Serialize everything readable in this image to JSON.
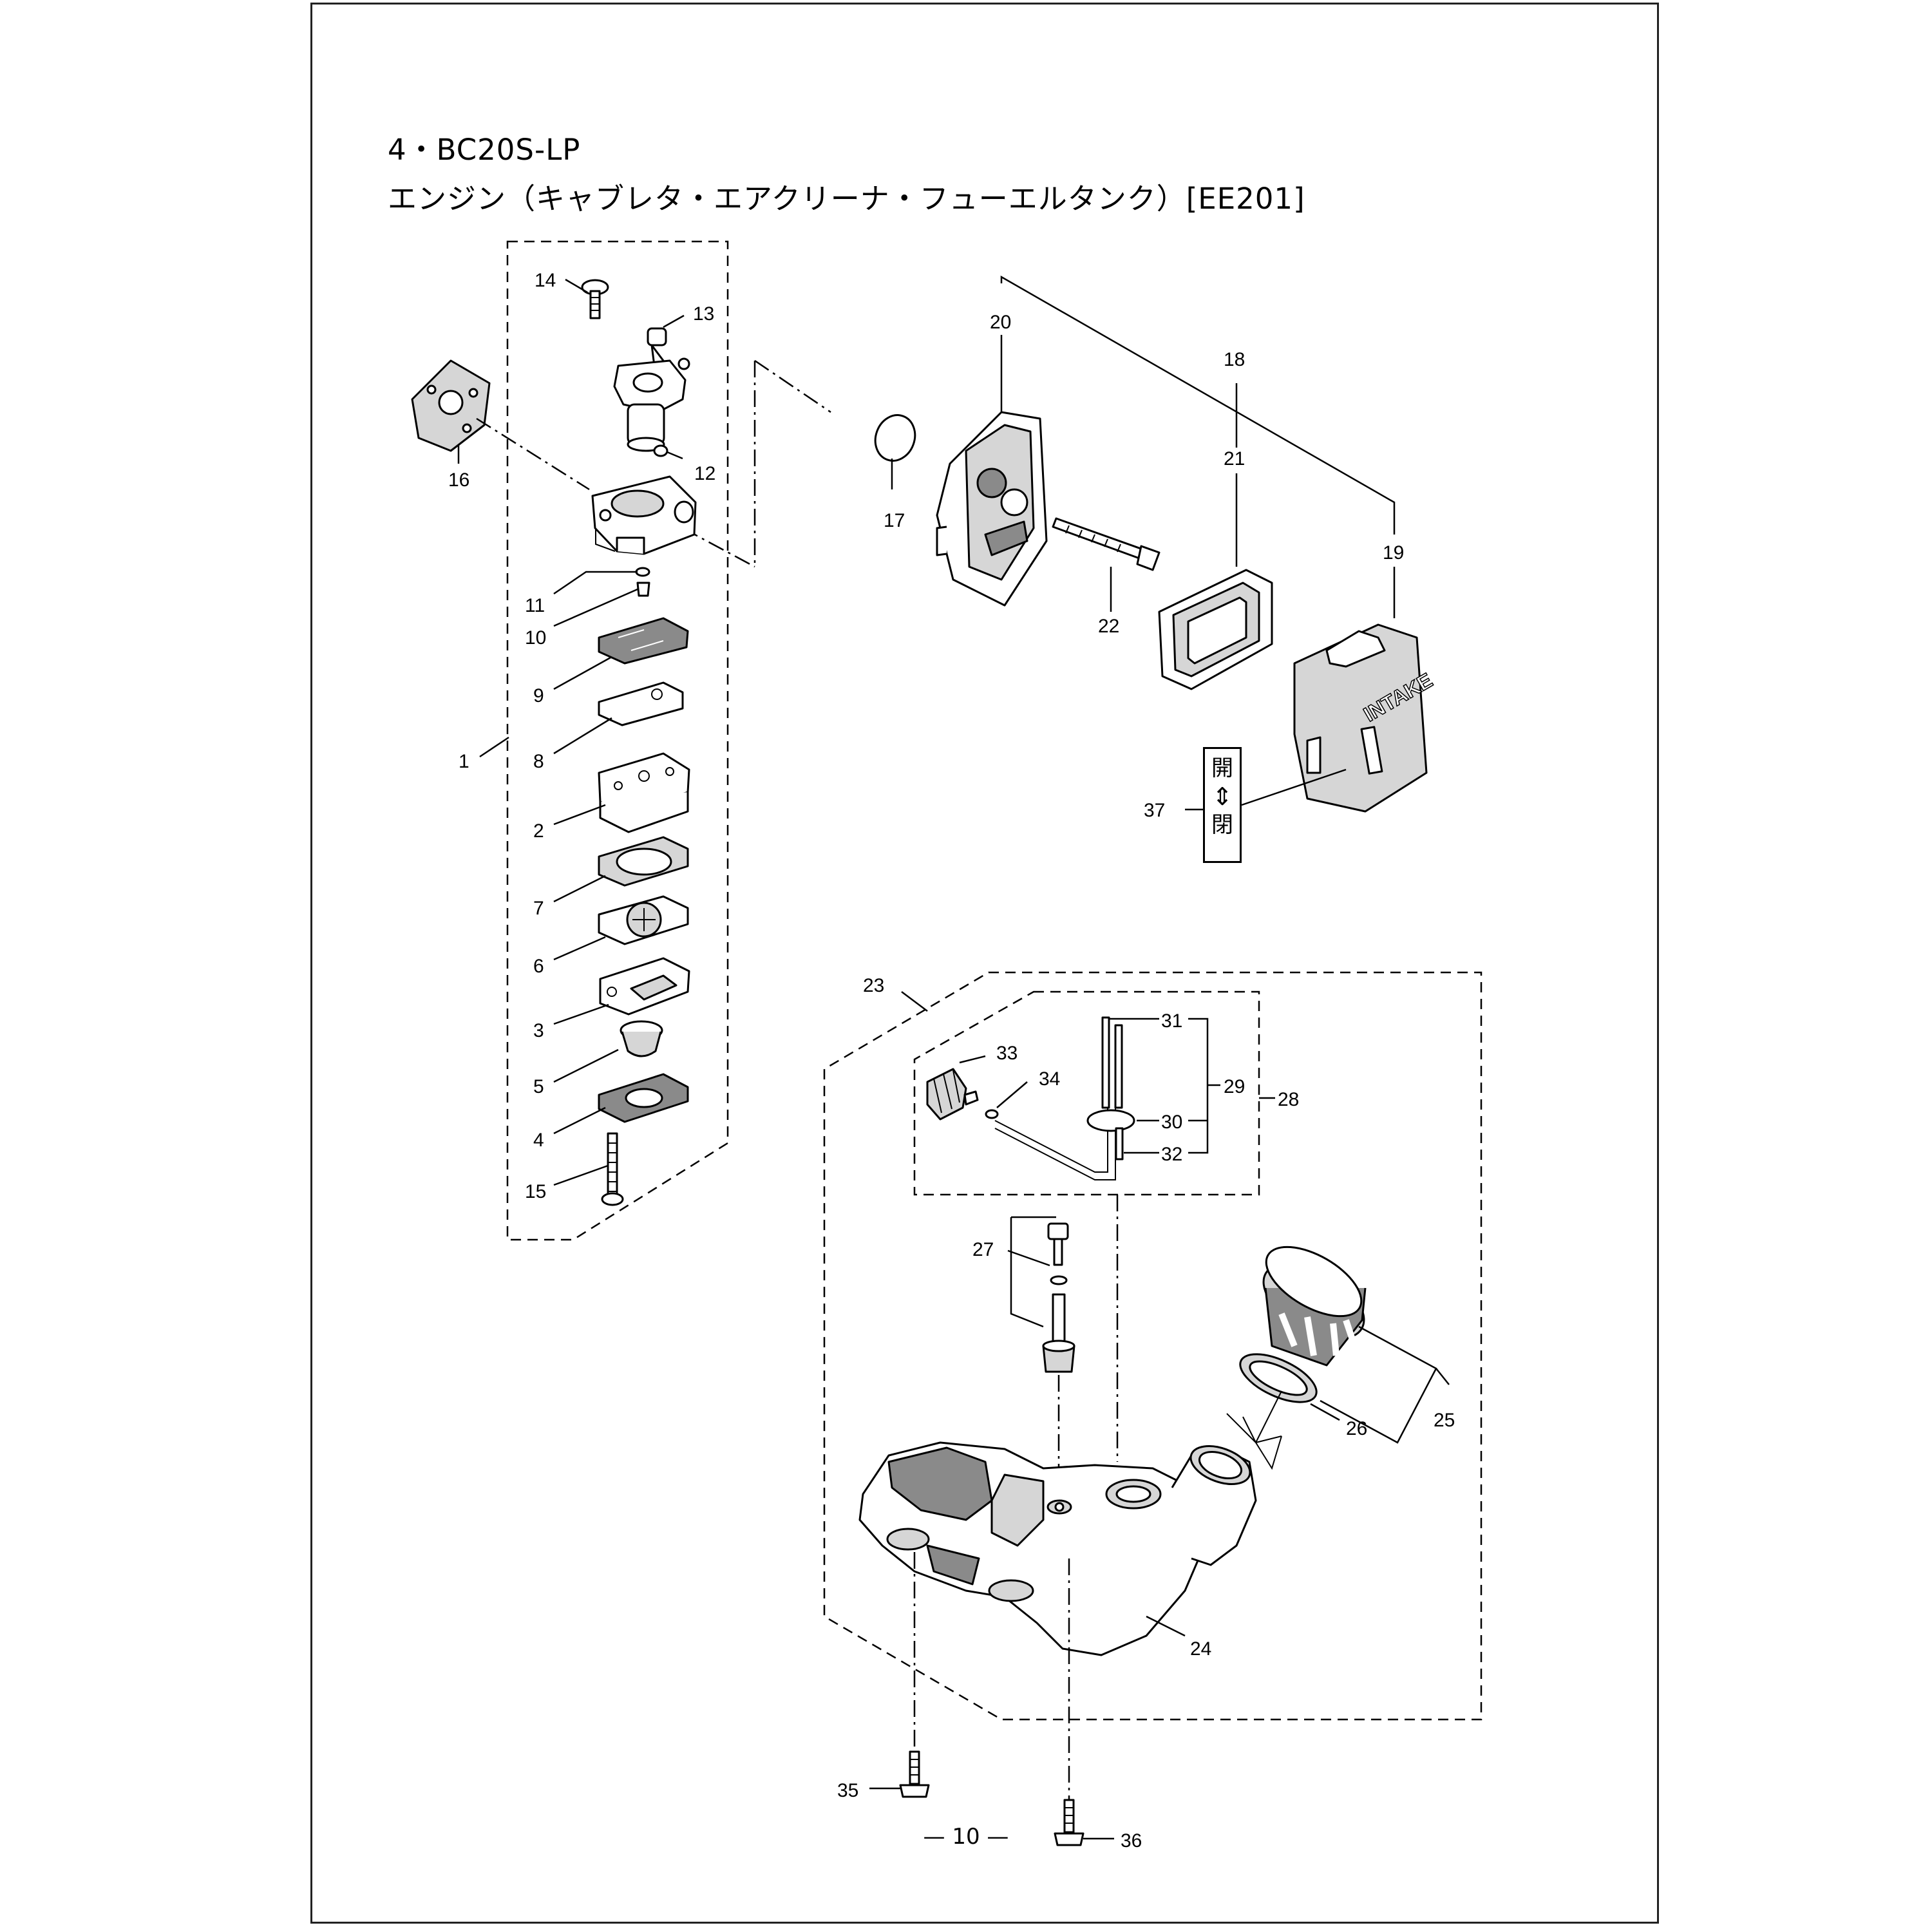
{
  "header": {
    "title_line1": "4・BC20S-LP",
    "title_line2": "エンジン（キャブレタ・エアクリーナ・フューエルタンク）[EE201]"
  },
  "air_cover": {
    "marking": "INTAKE"
  },
  "choke_label": {
    "open": "開",
    "arrow": "⇕",
    "closed": "閉"
  },
  "part_labels": [
    "1",
    "2",
    "3",
    "4",
    "5",
    "6",
    "7",
    "8",
    "9",
    "10",
    "11",
    "12",
    "13",
    "14",
    "15",
    "16",
    "17",
    "18",
    "19",
    "20",
    "21",
    "22",
    "23",
    "24",
    "25",
    "26",
    "27",
    "28",
    "29",
    "30",
    "31",
    "32",
    "33",
    "34",
    "35",
    "36",
    "37"
  ],
  "footer": {
    "page_number": "— 10 —"
  }
}
